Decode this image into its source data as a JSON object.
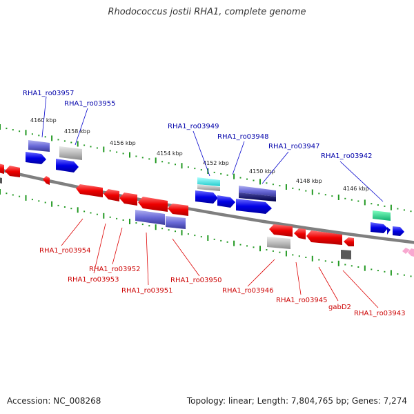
{
  "title": "Rhodococcus jostii RHA1, complete genome",
  "footer": {
    "accession": "Accession: NC_008268",
    "summary": "Topology: linear; Length: 7,804,765 bp; Genes: 7,274"
  },
  "ruler_labels": [
    "4160 kbp",
    "4158 kbp",
    "4156 kbp",
    "4154 kbp",
    "4152 kbp",
    "4150 kbp",
    "4148 kbp",
    "4146 kbp"
  ],
  "top_gene_labels": [
    "RHA1_ro03957",
    "RHA1_ro03955",
    "RHA1_ro03949",
    "RHA1_ro03948",
    "RHA1_ro03947",
    "RHA1_ro03942"
  ],
  "bottom_gene_labels": [
    "RHA1_ro03954",
    "RHA1_ro03952",
    "RHA1_ro03953",
    "RHA1_ro03951",
    "RHA1_ro03950",
    "RHA1_ro03946",
    "RHA1_ro03945",
    "gabD2",
    "RHA1_ro03943"
  ],
  "colors": {
    "forward_gene": "#0000e0",
    "reverse_gene": "#e00000",
    "top_label": "#0000aa",
    "bottom_label": "#cc0000",
    "ruler_tick": "#229922",
    "backbone": "#808080"
  }
}
